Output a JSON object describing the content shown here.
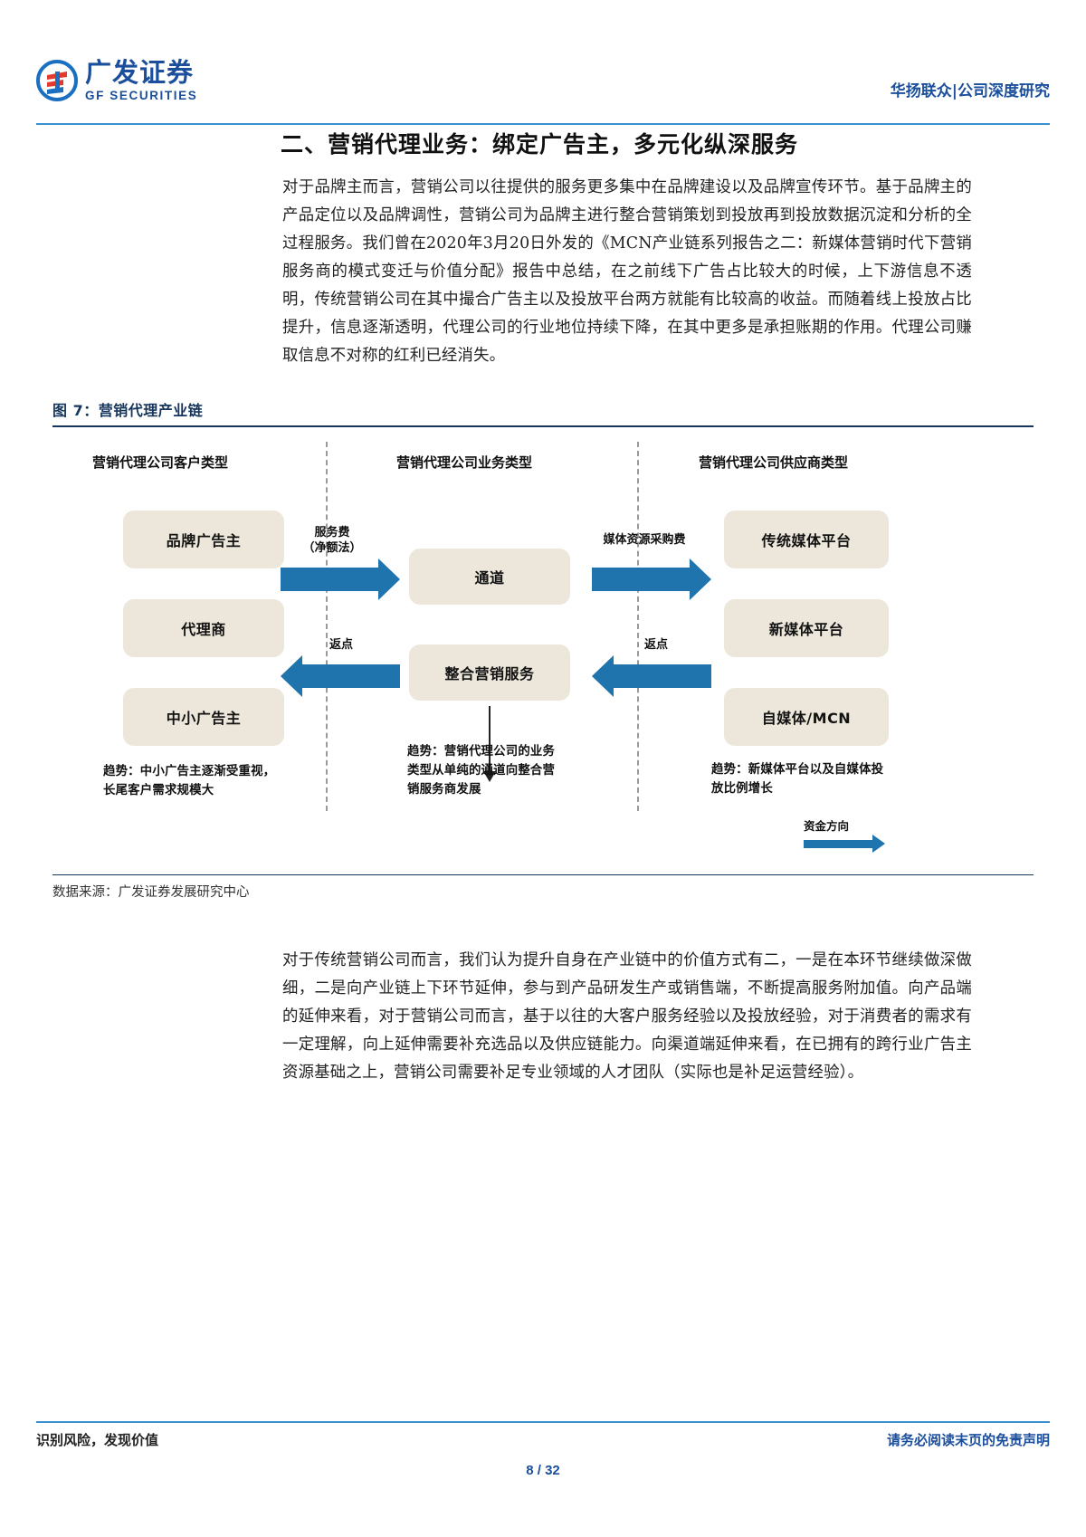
{
  "header": {
    "logo_cn": "广发证券",
    "logo_en": "GF SECURITIES",
    "right_title": "华扬联众|公司深度研究",
    "accent_color": "#3a8fd0",
    "brand_color": "#1b4f9c"
  },
  "section": {
    "title": "二、营销代理业务：绑定广告主，多元化纵深服务"
  },
  "paragraphs": {
    "p1": "对于品牌主而言，营销公司以往提供的服务更多集中在品牌建设以及品牌宣传环节。基于品牌主的产品定位以及品牌调性，营销公司为品牌主进行整合营销策划到投放再到投放数据沉淀和分析的全过程服务。我们曾在2020年3月20日外发的《MCN产业链系列报告之二：新媒体营销时代下营销服务商的模式变迁与价值分配》报告中总结，在之前线下广告占比较大的时候，上下游信息不透明，传统营销公司在其中撮合广告主以及投放平台两方就能有比较高的收益。而随着线上投放占比提升，信息逐渐透明，代理公司的行业地位持续下降，在其中更多是承担账期的作用。代理公司赚取信息不对称的红利已经消失。",
    "p2": "对于传统营销公司而言，我们认为提升自身在产业链中的价值方式有二，一是在本环节继续做深做细，二是向产业链上下环节延伸，参与到产品研发生产或销售端，不断提高服务附加值。向产品端的延伸来看，对于营销公司而言，基于以往的大客户服务经验以及投放经验，对于消费者的需求有一定理解，向上延伸需要补充选品以及供应链能力。向渠道端延伸来看，在已拥有的跨行业广告主资源基础之上，营销公司需要补足专业领域的人才团队（实际也是补足运营经验）。"
  },
  "figure": {
    "caption": "图 7：营销代理产业链",
    "source": "数据来源：广发证券发展研究中心",
    "columns": [
      {
        "head": "营销代理公司客户类型"
      },
      {
        "head": "营销代理公司业务类型"
      },
      {
        "head": "营销代理公司供应商类型"
      }
    ],
    "left_nodes": [
      "品牌广告主",
      "代理商",
      "中小广告主"
    ],
    "middle_nodes": [
      "通道",
      "整合营销服务"
    ],
    "right_nodes": [
      "传统媒体平台",
      "新媒体平台",
      "自媒体/MCN"
    ],
    "arrow_labels": {
      "fee": "服务费\n（净额法）",
      "rebate_left": "返点",
      "media_purchase": "媒体资源采购费",
      "rebate_right": "返点",
      "money_direction": "资金方向"
    },
    "trends": [
      "趋势：中小广告主逐渐受重视，长尾客户需求规模大",
      "趋势：营销代理公司的业务类型从单纯的通道向整合营销服务商发展",
      "趋势：新媒体平台以及自媒体投放比例增长"
    ],
    "node_fill": "#ece7da",
    "arrow_color": "#1f74ad",
    "divider_color": "#9a9a9a"
  },
  "footer": {
    "left": "识别风险，发现价值",
    "right": "请务必阅读末页的免责声明",
    "page": "8 / 32"
  }
}
